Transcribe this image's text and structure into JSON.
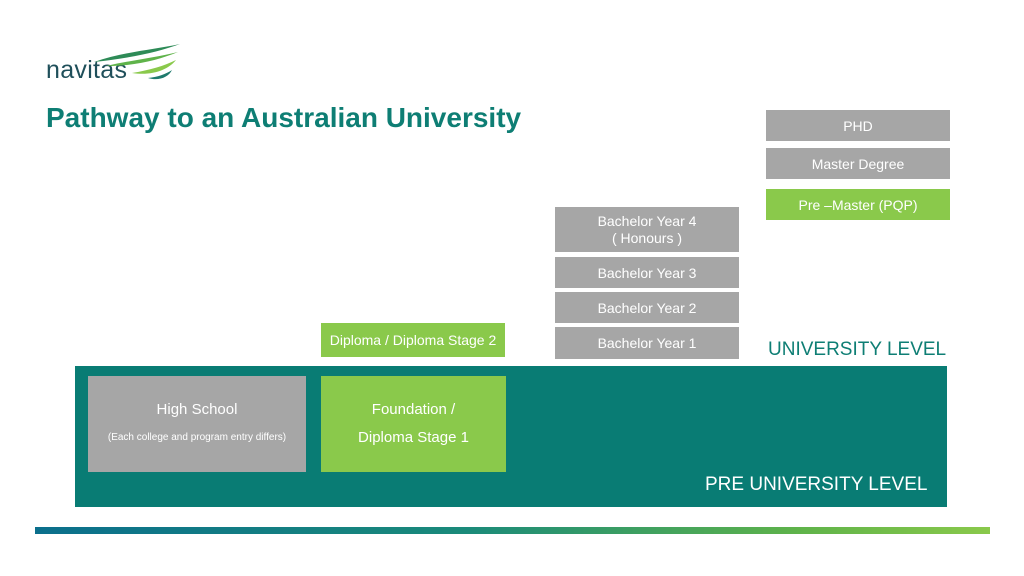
{
  "logo": {
    "text": "navitas",
    "icon": "swoosh-logo-icon"
  },
  "title": "Pathway to an Australian University",
  "levels": {
    "university": "UNIVERSITY LEVEL",
    "pre_university": "PRE UNIVERSITY LEVEL"
  },
  "pre_university_boxes": {
    "high_school": {
      "main": "High School",
      "sub": "(Each college and program entry differs)"
    },
    "foundation": {
      "line1": "Foundation /",
      "line2": "Diploma Stage 1"
    }
  },
  "diploma_stage_2": "Diploma / Diploma Stage 2",
  "bachelor": {
    "year1": "Bachelor Year 1",
    "year2": "Bachelor Year 2",
    "year3": "Bachelor Year 3",
    "year4_line1": "Bachelor Year 4",
    "year4_line2": "( Honours )"
  },
  "postgrad": {
    "pre_master": "Pre –Master (PQP)",
    "master": "Master Degree",
    "phd": "PHD"
  },
  "colors": {
    "teal": "#097c74",
    "title_teal": "#0e7e74",
    "green": "#8ac94b",
    "gray": "#a6a6a6"
  }
}
